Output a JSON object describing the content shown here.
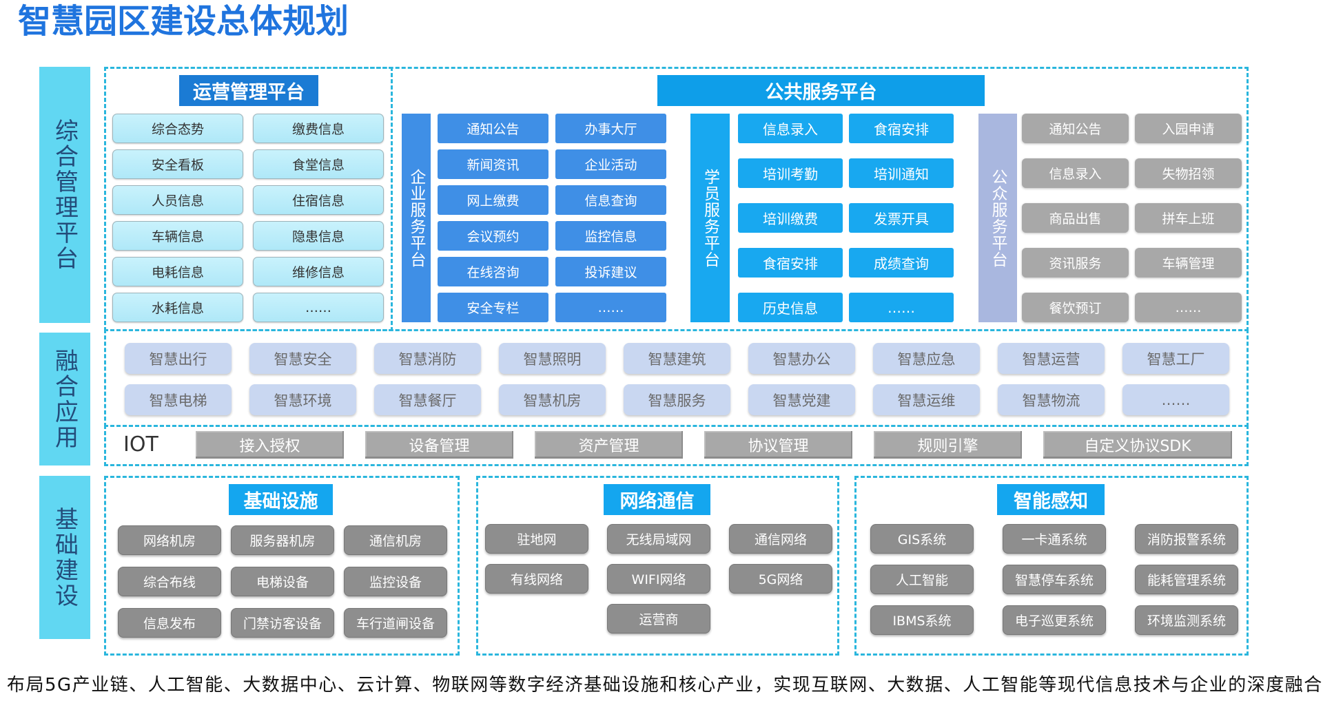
{
  "title": "智慧园区建设总体规划",
  "layer_labels": {
    "management": "综合管理平台",
    "fusion": "融合应用",
    "infrastructure": "基础建设"
  },
  "operations_platform": {
    "title": "运营管理平台",
    "items": [
      "综合态势",
      "缴费信息",
      "安全看板",
      "食堂信息",
      "人员信息",
      "住宿信息",
      "车辆信息",
      "隐患信息",
      "电耗信息",
      "维修信息",
      "水耗信息",
      "……"
    ]
  },
  "public_service_platform": {
    "title": "公共服务平台",
    "enterprise": {
      "label": "企业服务平台",
      "items": [
        "通知公告",
        "办事大厅",
        "新闻资讯",
        "企业活动",
        "网上缴费",
        "信息查询",
        "会议预约",
        "监控信息",
        "在线咨询",
        "投诉建议",
        "安全专栏",
        "……"
      ]
    },
    "trainee": {
      "label": "学员服务平台",
      "items": [
        "信息录入",
        "食宿安排",
        "培训考勤",
        "培训通知",
        "培训缴费",
        "发票开具",
        "食宿安排",
        "成绩查询",
        "历史信息",
        "……"
      ]
    },
    "public": {
      "label": "公众服务平台",
      "items": [
        "通知公告",
        "入园申请",
        "信息录入",
        "失物招领",
        "商品出售",
        "拼车上班",
        "资讯服务",
        "车辆管理",
        "餐饮预订",
        "……"
      ]
    }
  },
  "fusion_apps": [
    "智慧出行",
    "智慧安全",
    "智慧消防",
    "智慧照明",
    "智慧建筑",
    "智慧办公",
    "智慧应急",
    "智慧运营",
    "智慧工厂",
    "智慧电梯",
    "智慧环境",
    "智慧餐厅",
    "智慧机房",
    "智慧服务",
    "智慧党建",
    "智慧运维",
    "智慧物流",
    "……"
  ],
  "iot": {
    "label": "IOT",
    "items": [
      "接入授权",
      "设备管理",
      "资产管理",
      "协议管理",
      "规则引擎",
      "自定义协议SDK"
    ]
  },
  "infrastructure": {
    "facilities": {
      "title": "基础设施",
      "items": [
        "网络机房",
        "服务器机房",
        "通信机房",
        "综合布线",
        "电梯设备",
        "监控设备",
        "信息发布",
        "门禁访客设备",
        "车行道闸设备"
      ]
    },
    "network": {
      "title": "网络通信",
      "items": [
        "驻地网",
        "无线局域网",
        "通信网络",
        "有线网络",
        "WIFI网络",
        "5G网络",
        "运营商"
      ]
    },
    "sensing": {
      "title": "智能感知",
      "items": [
        "GIS系统",
        "一卡通系统",
        "消防报警系统",
        "人工智能",
        "智慧停车系统",
        "能耗管理系统",
        "IBMS系统",
        "电子巡更系统",
        "环境监测系统"
      ]
    }
  },
  "caption": "布局5G产业链、人工智能、大数据中心、云计算、物联网等数字经济基础设施和核心产业，实现互联网、大数据、人工智能等现代信息技术与企业的深度融合",
  "colors": {
    "title": "#1f74de",
    "side_label_bg": "#61d7f2",
    "dashed_border": "#2ab6dd",
    "operations_header": "#1b7bd4",
    "public_header": "#0e9ee9",
    "infrastructure_header": "#14a6ef",
    "enterprise": "#3f8fe6",
    "trainee": "#18a8f0",
    "public": "#a8a8a8",
    "fusion_app": "#c9d7f1",
    "infrastructure_item": "#8e8e8e"
  }
}
